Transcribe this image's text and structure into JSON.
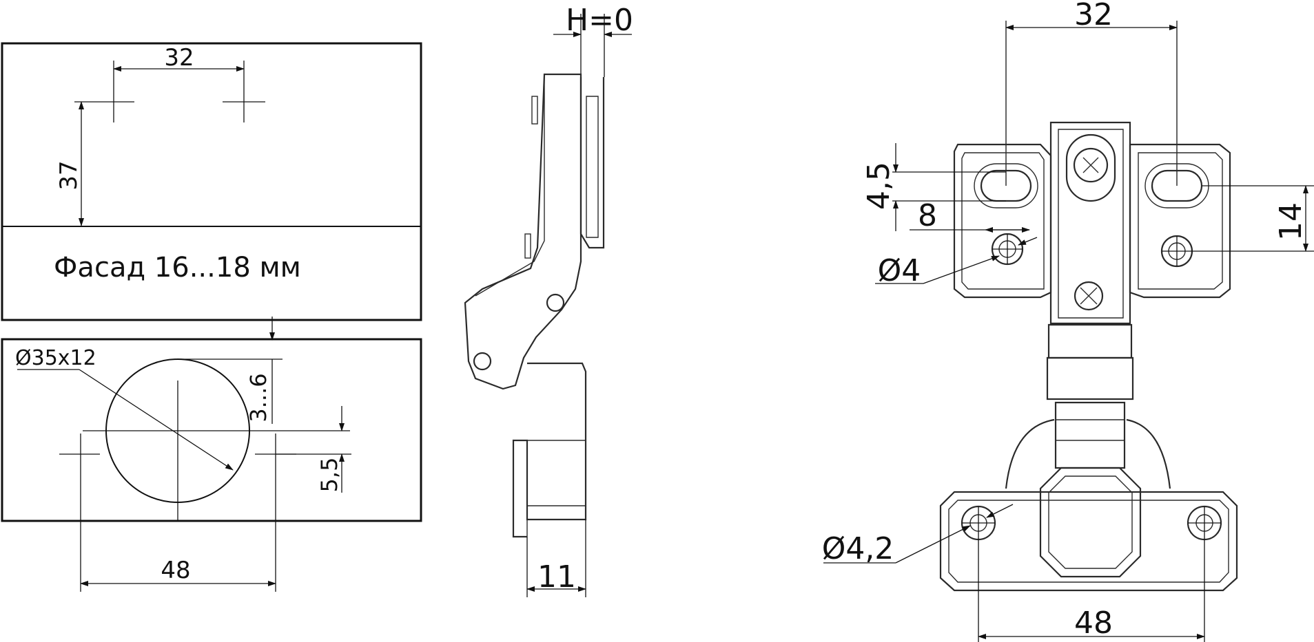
{
  "front_view": {
    "dim_crosses_spacing": "32",
    "dim_vertical": "37",
    "facade_label": "Фасад 16...18 мм"
  },
  "cup_view": {
    "cup_label": "Ø35x12",
    "dim_offset": "3...6",
    "dim_shift": "5,5",
    "dim_holes_spacing": "48"
  },
  "side_view": {
    "dim_h": "H=0",
    "dim_depth": "11"
  },
  "hinge_view": {
    "dim_top_spacing": "32",
    "dim_slot_height": "4,5",
    "dim_slot_width": "8",
    "dim_hole_d4": "Ø4",
    "dim_right_height": "14",
    "dim_hole_d42": "Ø4,2",
    "dim_bottom_spacing": "48"
  }
}
